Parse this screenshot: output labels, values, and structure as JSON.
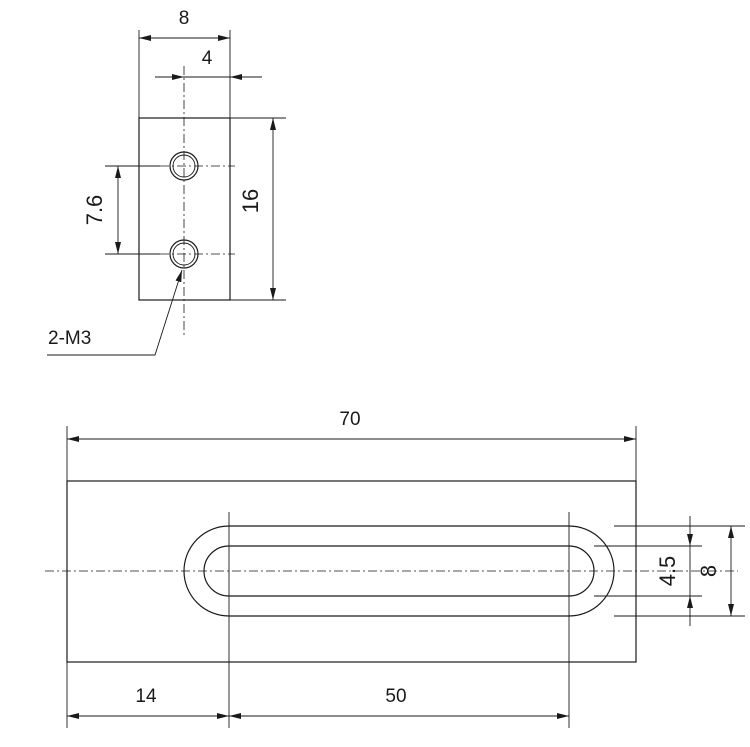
{
  "top_view": {
    "dim_width": "8",
    "dim_half_width": "4",
    "dim_height": "16",
    "dim_hole_pitch": "7.6",
    "hole_callout": "2-M3"
  },
  "front_view": {
    "dim_length": "70",
    "dim_offset": "14",
    "dim_slot_length": "50",
    "dim_slot_width": "4.5",
    "dim_outer_width": "8"
  }
}
